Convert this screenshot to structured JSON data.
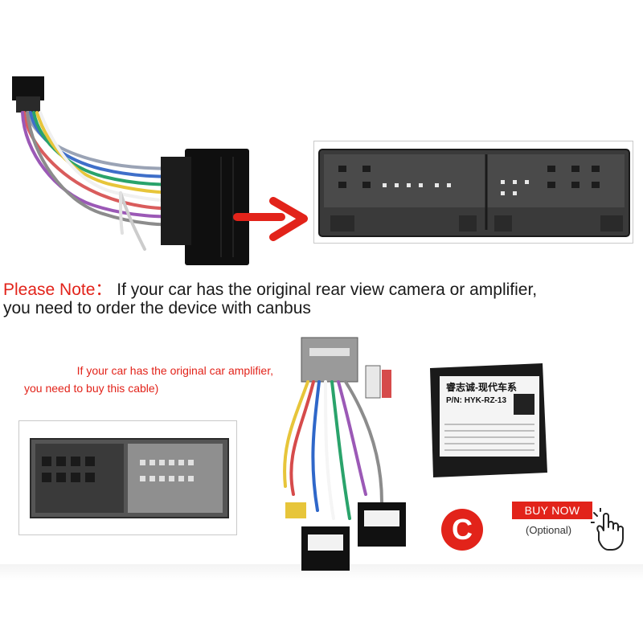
{
  "note": {
    "label": "Please Note：",
    "line1": " If your car has the original rear view camera or amplifier,",
    "line2": "you need to order the device with canbus"
  },
  "amp_caption": {
    "line1": "If your car has the original car amplifier,",
    "line2": "you need to buy this cable)"
  },
  "canbus": {
    "brand": "睿志诚-现代车系",
    "part_no": "P/N: HYK-RZ-13"
  },
  "badge": {
    "letter": "C"
  },
  "buy": {
    "label": "BUY NOW",
    "optional": "(Optional)"
  },
  "colors": {
    "accent": "#e2231a",
    "dark": "#1a1a1a"
  },
  "icons": [
    "arrow-right-icon",
    "hand-pointer-icon"
  ]
}
